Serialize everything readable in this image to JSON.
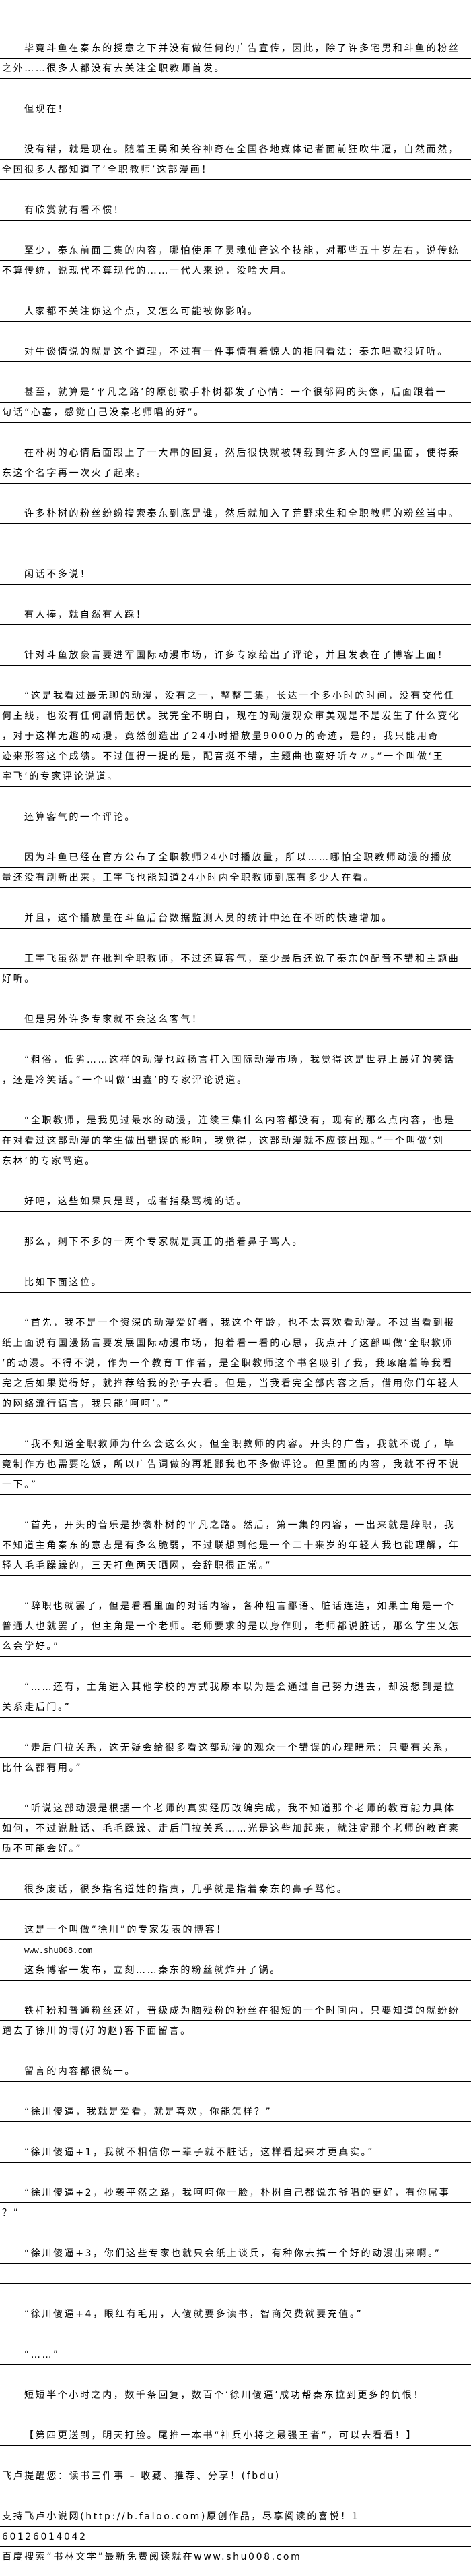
{
  "rows": [
    {
      "type": "line",
      "indent": true,
      "text": "毕竟斗鱼在秦东的授意之下并没有做任何的广告宣传，因此，除了许多宅男和斗鱼的粉丝"
    },
    {
      "type": "line",
      "text": "之外……很多人都没有去关注全职教师首发。"
    },
    {
      "type": "blank"
    },
    {
      "type": "line",
      "indent": true,
      "text": "但现在！"
    },
    {
      "type": "blank"
    },
    {
      "type": "line",
      "indent": true,
      "text": "没有错，就是现在。随着王勇和关谷神奇在全国各地媒体记者面前狂吹牛逼，自然而然，"
    },
    {
      "type": "line",
      "text": "全国很多人都知道了‘全职教师’这部漫画！"
    },
    {
      "type": "blank"
    },
    {
      "type": "line",
      "indent": true,
      "text": "有欣赏就有看不惯！"
    },
    {
      "type": "blank"
    },
    {
      "type": "line",
      "indent": true,
      "text": "至少，秦东前面三集的内容，哪怕使用了灵魂仙音这个技能，对那些五十岁左右，说传统"
    },
    {
      "type": "line",
      "text": "不算传统，说现代不算现代的……一代人来说，没啥大用。"
    },
    {
      "type": "blank"
    },
    {
      "type": "line",
      "indent": true,
      "text": "人家都不关注你这个点，又怎么可能被你影响。"
    },
    {
      "type": "blank"
    },
    {
      "type": "line",
      "indent": true,
      "text": "对牛谈情说的就是这个道理，不过有一件事情有着惊人的相同看法：秦东唱歌很好听。"
    },
    {
      "type": "blank"
    },
    {
      "type": "line",
      "indent": true,
      "text": "甚至，就算是‘平凡之路’的原创歌手朴树都发了心情：一个很郁闷的头像，后面跟着一"
    },
    {
      "type": "line",
      "text": "句话“心塞，感觉自己没秦老师唱的好”。"
    },
    {
      "type": "blank"
    },
    {
      "type": "line",
      "indent": true,
      "text": "在朴树的心情后面跟上了一大串的回复，然后很快就被转载到许多人的空间里面，使得秦"
    },
    {
      "type": "line",
      "text": "东这个名字再一次火了起来。"
    },
    {
      "type": "blank"
    },
    {
      "type": "line",
      "indent": true,
      "text": "许多朴树的粉丝纷纷搜索秦东到底是谁，然后就加入了荒野求生和全职教师的粉丝当中。"
    },
    {
      "type": "line",
      "text": ""
    },
    {
      "type": "blank"
    },
    {
      "type": "line",
      "indent": true,
      "text": "闲话不多说！"
    },
    {
      "type": "blank"
    },
    {
      "type": "line",
      "indent": true,
      "text": "有人捧，就自然有人踩！"
    },
    {
      "type": "blank"
    },
    {
      "type": "line",
      "indent": true,
      "text": "针对斗鱼放豪言要进军国际动漫市场，许多专家给出了评论，并且发表在了博客上面！"
    },
    {
      "type": "blank"
    },
    {
      "type": "line",
      "indent": true,
      "text": "“这是我看过最无聊的动漫，没有之一，整整三集，长达一个多小时的时间，没有交代任"
    },
    {
      "type": "line",
      "text": "何主线，也没有任何剧情起伏。我完全不明白，现在的动漫观众审美观是不是发生了什么变化"
    },
    {
      "type": "line",
      "text": "，对于这样无趣的动漫，竟然创造出了24小时播放量9000万的奇迹，是的，我只能用奇"
    },
    {
      "type": "line",
      "text": "迹来形容这个成绩。不过值得一提的是，配音挺不错，主题曲也蛮好听々〃。”一个叫做‘王"
    },
    {
      "type": "line",
      "text": "宇飞’的专家评论说道。"
    },
    {
      "type": "blank"
    },
    {
      "type": "line",
      "indent": true,
      "text": "还算客气的一个评论。"
    },
    {
      "type": "blank"
    },
    {
      "type": "line",
      "indent": true,
      "text": "因为斗鱼已经在官方公布了全职教师24小时播放量，所以……哪怕全职教师动漫的播放"
    },
    {
      "type": "line",
      "text": "量还没有刷新出来，王宇飞也能知道24小时内全职教师到底有多少人在看。"
    },
    {
      "type": "blank"
    },
    {
      "type": "line",
      "indent": true,
      "text": "并且，这个播放量在斗鱼后台数据监测人员的统计中还在不断的快速增加。"
    },
    {
      "type": "blank"
    },
    {
      "type": "line",
      "indent": true,
      "text": "王宇飞虽然是在批判全职教师，不过还算客气，至少最后还说了秦东的配音不错和主题曲"
    },
    {
      "type": "line",
      "text": "好听。"
    },
    {
      "type": "blank"
    },
    {
      "type": "line",
      "indent": true,
      "text": "但是另外许多专家就不会这么客气！"
    },
    {
      "type": "blank"
    },
    {
      "type": "line",
      "indent": true,
      "text": "“粗俗，低劣……这样的动漫也敢扬言打入国际动漫市场，我觉得这是世界上最好的笑话"
    },
    {
      "type": "line",
      "text": "，还是冷笑话。”一个叫做‘田鑫’的专家评论说道。"
    },
    {
      "type": "blank"
    },
    {
      "type": "line",
      "indent": true,
      "text": "“全职教师，是我见过最水的动漫，连续三集什么内容都没有，现有的那么点内容，也是"
    },
    {
      "type": "line",
      "text": "在对看过这部动漫的学生做出错误的影响，我觉得，这部动漫就不应该出现。”一个叫做‘刘"
    },
    {
      "type": "line",
      "text": "东林’的专家骂道。"
    },
    {
      "type": "blank"
    },
    {
      "type": "line",
      "indent": true,
      "text": "好吧，这些如果只是骂，或者指桑骂槐的话。"
    },
    {
      "type": "blank"
    },
    {
      "type": "line",
      "indent": true,
      "text": "那么，剩下不多的一两个专家就是真正的指着鼻子骂人。"
    },
    {
      "type": "blank"
    },
    {
      "type": "line",
      "indent": true,
      "text": "比如下面这位。"
    },
    {
      "type": "blank"
    },
    {
      "type": "line",
      "indent": true,
      "text": "“首先，我不是一个资深的动漫爱好者，我这个年龄，也不太喜欢看动漫。不过当看到报"
    },
    {
      "type": "line",
      "text": "纸上面说有国漫扬言要发展国际动漫市场，抱着看一看的心思，我点开了这部叫做‘全职教师"
    },
    {
      "type": "line",
      "text": "’的动漫。不得不说，作为一个教育工作者，是全职教师这个书名吸引了我，我琢磨着等我看"
    },
    {
      "type": "line",
      "text": "完之后如果觉得好，就推荐给我的孙子去看。但是，当我看完全部内容之后，借用你们年轻人"
    },
    {
      "type": "line",
      "text": "的网络流行语言，我只能‘呵呵’。”"
    },
    {
      "type": "blank"
    },
    {
      "type": "line",
      "indent": true,
      "text": "“我不知道全职教师为什么会这么火，但全职教师的内容。开头的广告，我就不说了，毕"
    },
    {
      "type": "line",
      "text": "竟制作方也需要吃饭，所以广告词做的再粗鄙我也不多做评论。但里面的内容，我就不得不说"
    },
    {
      "type": "line",
      "text": "一下。”"
    },
    {
      "type": "blank"
    },
    {
      "type": "line",
      "indent": true,
      "text": "“首先，开头的音乐是抄袭朴树的平凡之路。然后，第一集的内容，一出来就是辞职，我"
    },
    {
      "type": "line",
      "text": "不知道主角秦东的意志是有多么脆弱，不过联想到他是一个二十来岁的年轻人我也能理解，年"
    },
    {
      "type": "line",
      "text": "轻人毛毛躁躁的，三天打鱼两天晒网，会辞职很正常。”"
    },
    {
      "type": "blank"
    },
    {
      "type": "line",
      "indent": true,
      "text": "“辞职也就罢了，但是看看里面的对话内容，各种粗言鄙语、脏话连连，如果主角是一个"
    },
    {
      "type": "line",
      "text": "普通人也就罢了，但主角是一个老师。老师要求的是以身作则，老师都说脏话，那么学生又怎"
    },
    {
      "type": "line",
      "text": "么会学好。”"
    },
    {
      "type": "blank"
    },
    {
      "type": "line",
      "indent": true,
      "text": "“……还有，主角进入其他学校的方式我原本以为是会通过自己努力进去，却没想到是拉"
    },
    {
      "type": "line",
      "text": "关系走后门。”"
    },
    {
      "type": "blank"
    },
    {
      "type": "line",
      "indent": true,
      "text": "“走后门拉关系，这无疑会给很多看这部动漫的观众一个错误的心理暗示：只要有关系，"
    },
    {
      "type": "line",
      "text": "比什么都有用。”"
    },
    {
      "type": "blank"
    },
    {
      "type": "line",
      "indent": true,
      "text": "“听说这部动漫是根据一个老师的真实经历改编完成，我不知道那个老师的教育能力具体"
    },
    {
      "type": "line",
      "text": "如何，不过说脏话、毛毛躁躁、走后门拉关系……光是这些加起来，就注定那个老师的教育素"
    },
    {
      "type": "line",
      "text": "质不可能会好。”"
    },
    {
      "type": "blank"
    },
    {
      "type": "line",
      "indent": true,
      "text": "很多废话，很多指名道姓的指责，几乎就是指着秦东的鼻子骂他。"
    },
    {
      "type": "blank"
    },
    {
      "type": "line",
      "indent": true,
      "text": "这是一个叫做“徐川”的专家发表的博客！"
    },
    {
      "type": "note",
      "indent": true,
      "mono": true,
      "text": "www.shu008.com"
    },
    {
      "type": "line",
      "indent": true,
      "text": "这条博客一发布，立刻……秦东的粉丝就炸开了锅。"
    },
    {
      "type": "blank"
    },
    {
      "type": "line",
      "indent": true,
      "text": "铁杆粉和普通粉丝还好，晋级成为脑残粉的粉丝在很短的一个时间内，只要知道的就纷纷"
    },
    {
      "type": "line",
      "text": "跑去了徐川的博(好的赵)客下面留言。"
    },
    {
      "type": "blank"
    },
    {
      "type": "line",
      "indent": true,
      "text": "留言的内容都很统一。"
    },
    {
      "type": "blank"
    },
    {
      "type": "line",
      "indent": true,
      "text": "“徐川傻逼，我就是爱看，就是喜欢，你能怎样？”"
    },
    {
      "type": "blank"
    },
    {
      "type": "line",
      "indent": true,
      "text": "“徐川傻逼+1，我就不相信你一辈子就不脏话，这样看起来才更真实。”"
    },
    {
      "type": "blank"
    },
    {
      "type": "line",
      "indent": true,
      "text": "“徐川傻逼+2，抄袭平然之路，我呵呵你一脸，朴树自己都说东爷唱的更好，有你屌事"
    },
    {
      "type": "line",
      "text": "？”"
    },
    {
      "type": "blank"
    },
    {
      "type": "line",
      "indent": true,
      "text": "“徐川傻逼+3，你们这些专家也就只会纸上谈兵，有种你去搞一个好的动漫出来啊。”"
    },
    {
      "type": "line",
      "text": ""
    },
    {
      "type": "blank"
    },
    {
      "type": "line",
      "indent": true,
      "text": "“徐川傻逼+4，眼红有毛用，人傻就要多读书，智商欠费就要充值。”"
    },
    {
      "type": "blank"
    },
    {
      "type": "line",
      "indent": true,
      "text": "“……”"
    },
    {
      "type": "blank"
    },
    {
      "type": "line",
      "indent": true,
      "text": "短短半个小时之内，数千条回复，数百个‘徐川傻逼’成功帮秦东拉到更多的仇恨！"
    },
    {
      "type": "blank"
    },
    {
      "type": "line",
      "indent": true,
      "text": "【第四更送到，明天打脸。尾推一本书“神兵小将之最强王者”，可以去看看！】"
    },
    {
      "type": "blank"
    },
    {
      "type": "line",
      "text": "飞卢提醒您：读书三件事 – 收藏、推荐、分享！(fbdu)"
    },
    {
      "type": "blank"
    },
    {
      "type": "line",
      "text": "支持飞卢小说网(http://b.faloo.com)原创作品，尽享阅读的喜悦！1"
    },
    {
      "type": "line",
      "text": "60126014042"
    },
    {
      "type": "note",
      "text": "百度搜索“书林文学”最新免费阅读就在www.shu008.com"
    }
  ]
}
